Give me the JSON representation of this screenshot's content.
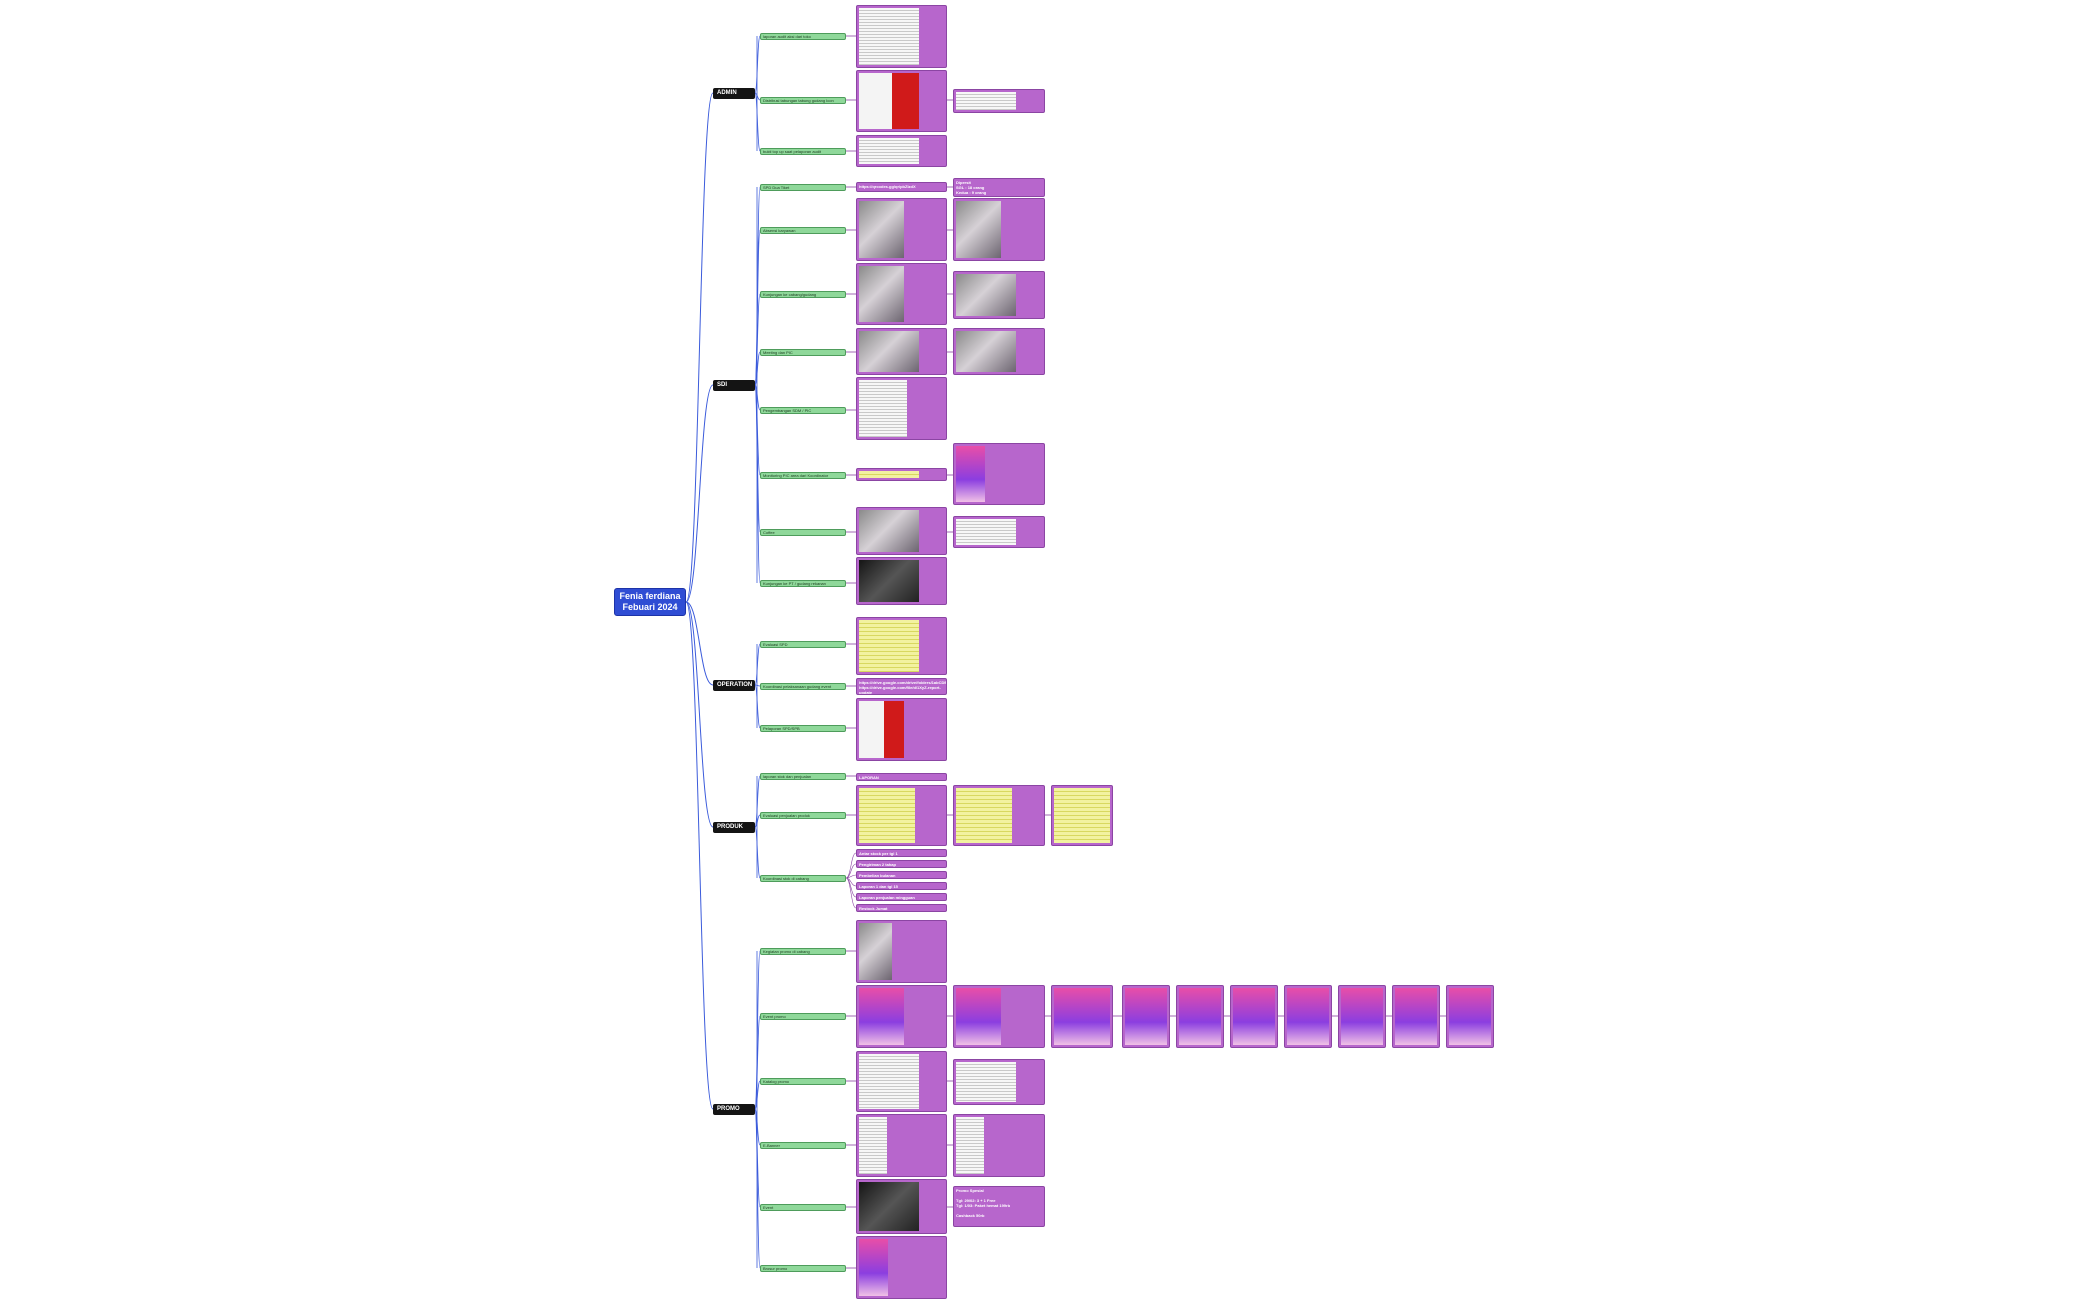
{
  "root": {
    "title": "Fenia ferdiana",
    "subtitle": "Febuari 2024"
  },
  "categories": [
    {
      "label": "ADMIN",
      "items": [
        {
          "label": "laporan audit aksi dari toko"
        },
        {
          "label": "Distribusi tabungan tabung gudang Icon"
        },
        {
          "label": "bukti top up saat pelaporan audit"
        }
      ]
    },
    {
      "label": "SDI",
      "items": [
        {
          "label": "SPD Dua Tiket",
          "text": "https://qrcodes.gg/qr/pbZlzdX",
          "text2": "Dipersit\nSGL : 18 orang\nKedua : 9 orang"
        },
        {
          "label": "Absensi karyawan"
        },
        {
          "label": "Kunjungan ke cabang/gudang"
        },
        {
          "label": "Meeting dan PIC"
        },
        {
          "label": "Pengembangan SDM / PIC"
        },
        {
          "label": "Monitoring PIC area dari Koordinator"
        },
        {
          "label": "Coffee"
        },
        {
          "label": "Kunjungan ke PT / gudang rekanan"
        }
      ]
    },
    {
      "label": "OPERATION",
      "items": [
        {
          "label": "Evaluasi SPD"
        },
        {
          "label": "Koordinasi pelaksanaan gudang event",
          "text": "https://drive.google.com/drive/folders/1abCDEfghijkLMNopqRST\nhttps://drive.google.com/file/d/1XyZ-report-update"
        },
        {
          "label": "Pelaporan SPD/SPB"
        }
      ]
    },
    {
      "label": "PRODUK",
      "items": [
        {
          "label": "laporan stok dan penjualan",
          "text": "LAPORAN"
        },
        {
          "label": "Evaluasi penjualan produk"
        },
        {
          "label": "Koordinasi stok di cabang",
          "texts": [
            "Antar stock per tgl 1",
            "Pengiriman 2 tahap",
            "Pembelian bulanan",
            "Laporan 1 dan tgl 15",
            "Laporan penjualan mingguan",
            "Restock Jumat"
          ]
        }
      ]
    },
    {
      "label": "PROMO",
      "items": [
        {
          "label": "Kegiatan promo di cabang"
        },
        {
          "label": "Event promo"
        },
        {
          "label": "Katalog promo"
        },
        {
          "label": "E-Banner"
        },
        {
          "label": "Event",
          "text2": "Promo Spesial\n\nTgl: 29/02: 3 + 1 Free\nTgl: 1/03: Paket hemat 199rb\n\nCashback 50rb"
        },
        {
          "label": "Brosur promo"
        }
      ]
    }
  ]
}
